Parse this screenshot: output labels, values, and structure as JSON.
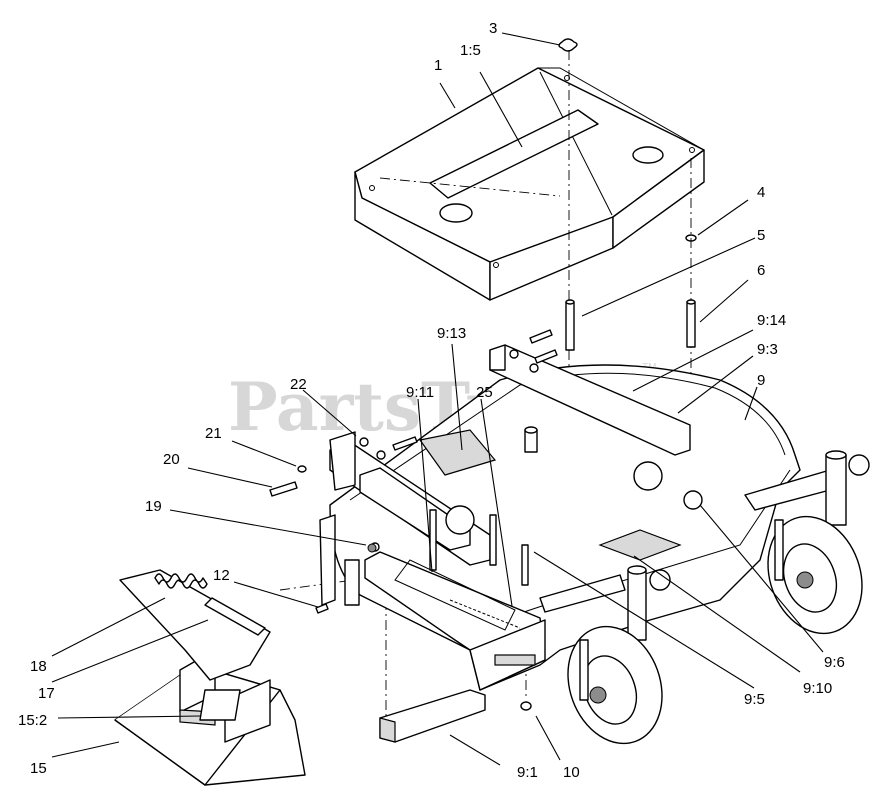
{
  "watermark": {
    "text": "PartsTree",
    "mark": "TM"
  },
  "callouts": {
    "c1": "1",
    "c1_5": "1:5",
    "c3": "3",
    "c4": "4",
    "c5": "5",
    "c6": "6",
    "c9_14": "9:14",
    "c9_3": "9:3",
    "c9": "9",
    "c9_13": "9:13",
    "c22": "22",
    "c9_11": "9:11",
    "c25": "25",
    "c21": "21",
    "c20": "20",
    "c19": "19",
    "c12": "12",
    "c18": "18",
    "c17": "17",
    "c15_2": "15:2",
    "c15": "15",
    "c9_1": "9:1",
    "c10": "10",
    "c9_5": "9:5",
    "c9_10": "9:10",
    "c9_6": "9:6"
  }
}
